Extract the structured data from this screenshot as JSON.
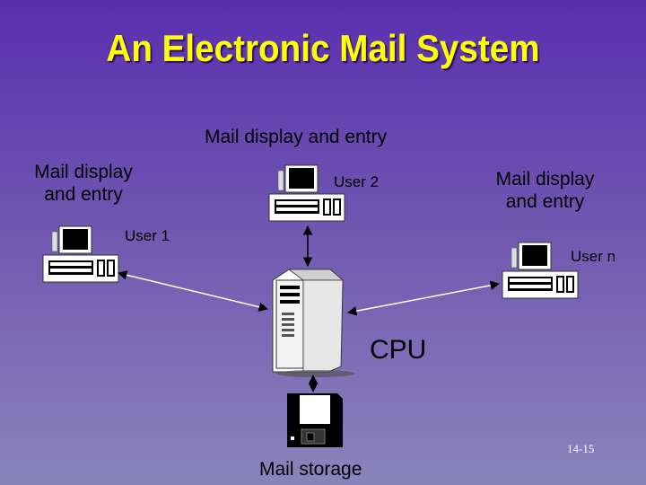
{
  "slide": {
    "title": "An Electronic Mail System",
    "labels": {
      "top_center": "Mail display and entry",
      "left_line1": "Mail display",
      "left_line2": "and entry",
      "right_line1": "Mail display",
      "right_line2": "and entry",
      "user1": "User 1",
      "user2": "User 2",
      "usern": "User n",
      "cpu": "CPU",
      "storage": "Mail storage"
    },
    "page_number": "14-15",
    "colors": {
      "title": "#ffff00",
      "background_top": "#5a2fb0",
      "background_bottom": "#8a84bb"
    },
    "icons": [
      "computer-terminal-icon",
      "server-tower-icon",
      "floppy-disk-icon"
    ]
  }
}
